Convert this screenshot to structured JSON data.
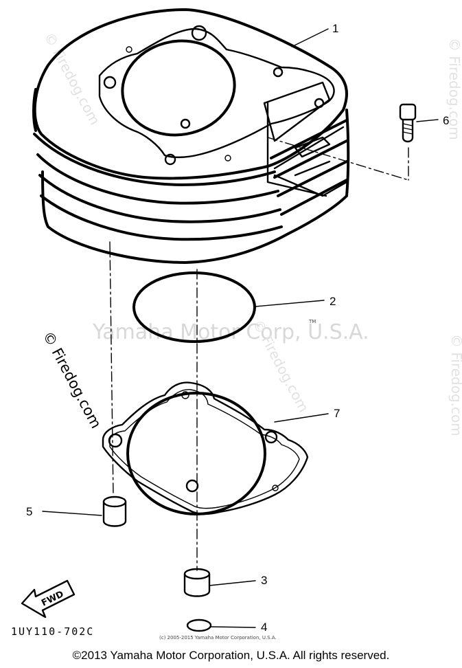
{
  "callouts": {
    "c1": "1",
    "c2": "2",
    "c3": "3",
    "c4": "4",
    "c5": "5",
    "c6": "6",
    "c7": "7"
  },
  "watermarks": {
    "center": "Yamaha Motor Corp, U.S.A.",
    "tm": "TM",
    "firedog": "© Firedog.com",
    "firedog_short": "© Firedog.com"
  },
  "fwd_label": "FWD",
  "ref_code": "1UY110-702C",
  "small_notice": "(c) 2005-2015 Yamaha Motor Corporation, U.S.A.",
  "copyright": "©2013 Yamaha Motor Corporation, U.S.A. All rights reserved.",
  "colors": {
    "line": "#000000",
    "watermark": "#d8d8d8",
    "background": "#ffffff"
  }
}
